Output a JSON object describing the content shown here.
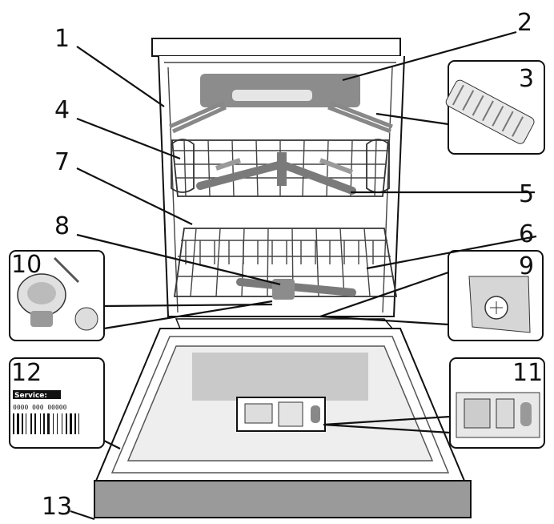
{
  "callouts": [
    {
      "id": "1",
      "label": "1"
    },
    {
      "id": "2",
      "label": "2"
    },
    {
      "id": "3",
      "label": "3"
    },
    {
      "id": "4",
      "label": "4"
    },
    {
      "id": "5",
      "label": "5"
    },
    {
      "id": "6",
      "label": "6"
    },
    {
      "id": "7",
      "label": "7"
    },
    {
      "id": "8",
      "label": "8"
    },
    {
      "id": "9",
      "label": "9"
    },
    {
      "id": "10",
      "label": "10"
    },
    {
      "id": "11",
      "label": "11"
    },
    {
      "id": "12",
      "label": "12"
    },
    {
      "id": "13",
      "label": "13"
    }
  ],
  "rating_plate": {
    "service_label": "Service:",
    "service_code": "0000 000 00000"
  }
}
